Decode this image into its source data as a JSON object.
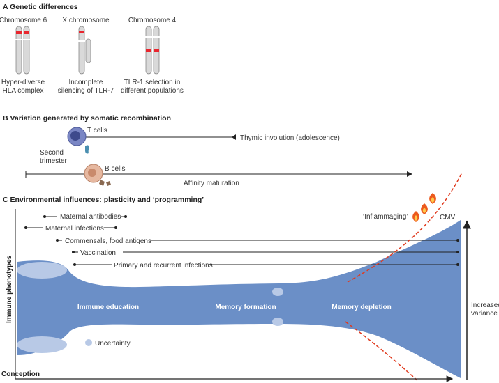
{
  "sectionA": {
    "header": "A  Genetic differences",
    "chromosomes": [
      {
        "title": "Chromosome 6",
        "caption_line1": "Hyper-diverse",
        "caption_line2": "HLA complex"
      },
      {
        "title": "X chromosome",
        "caption_line1": "Incomplete",
        "caption_line2": "silencing of  TLR-7"
      },
      {
        "title": "Chromosome 4",
        "caption_line1": "TLR-1 selection in",
        "caption_line2": "different populations"
      }
    ]
  },
  "sectionB": {
    "header": "B  Variation generated by somatic recombination",
    "tcells_label": "T cells",
    "thymic_label": "Thymic involution (adolescence)",
    "second_trimester_line1": "Second",
    "second_trimester_line2": "trimester",
    "bcells_label": "B cells",
    "affinity_label": "Affinity maturation"
  },
  "sectionC": {
    "header": "C  Environmental influences: plasticity and ‘programming’",
    "influences": [
      {
        "label": "Maternal antibodies"
      },
      {
        "label": "Maternal infections"
      },
      {
        "label": "Commensals, food antigens"
      },
      {
        "label": "Vaccination"
      },
      {
        "label": "Primary and recurrent infections"
      }
    ],
    "inflammaging_label": "‘Inflammaging’",
    "cmv_label": "CMV",
    "phases": [
      "Immune education",
      "Memory formation",
      "Memory depletion"
    ],
    "uncertainty_label": "Uncertainty",
    "y_axis_label": "Immune phenotypes",
    "x_axis_label": "Conception",
    "increased_variance_line1": "Increased",
    "increased_variance_line2": "variance"
  },
  "colors": {
    "chromosome_fill": "#d9d9d9",
    "chromosome_band": "#e8262e",
    "funnel_fill": "#6b8fc7",
    "uncertainty_fill": "#b8c9e6",
    "tcell_body": "#7a86c4",
    "bcell_body": "#e6b8a0",
    "dashed_line": "#e03a1e",
    "flame": "#ec5a1e"
  }
}
